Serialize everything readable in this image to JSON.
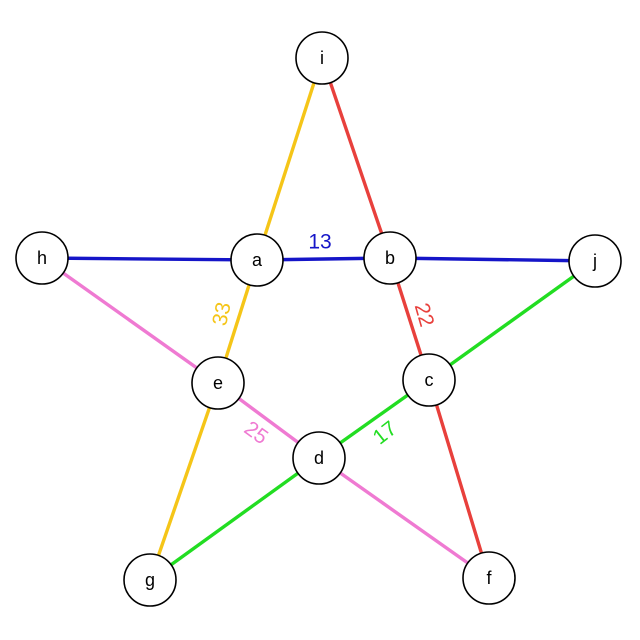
{
  "colors": {
    "yellow": "#f5c518",
    "red": "#e8403c",
    "blue": "#1515c8",
    "green": "#22dd22",
    "pink": "#ef7ad2",
    "node_fill": "#ffffff",
    "node_stroke": "#000000"
  },
  "nodes": [
    {
      "id": "i",
      "label": "i"
    },
    {
      "id": "h",
      "label": "h"
    },
    {
      "id": "a",
      "label": "a"
    },
    {
      "id": "b",
      "label": "b"
    },
    {
      "id": "j",
      "label": "j"
    },
    {
      "id": "e",
      "label": "e"
    },
    {
      "id": "c",
      "label": "c"
    },
    {
      "id": "d",
      "label": "d"
    },
    {
      "id": "g",
      "label": "g"
    },
    {
      "id": "f",
      "label": "f"
    }
  ],
  "edges": [
    {
      "id": "i-a",
      "from": "i",
      "to": "a",
      "color": "yellow"
    },
    {
      "id": "a-e",
      "from": "a",
      "to": "e",
      "color": "yellow",
      "weight": "33"
    },
    {
      "id": "e-g",
      "from": "e",
      "to": "g",
      "color": "yellow"
    },
    {
      "id": "i-b",
      "from": "i",
      "to": "b",
      "color": "red"
    },
    {
      "id": "b-c",
      "from": "b",
      "to": "c",
      "color": "red",
      "weight": "22"
    },
    {
      "id": "c-f",
      "from": "c",
      "to": "f",
      "color": "red"
    },
    {
      "id": "h-a",
      "from": "h",
      "to": "a",
      "color": "blue"
    },
    {
      "id": "a-b",
      "from": "a",
      "to": "b",
      "color": "blue",
      "weight": "13"
    },
    {
      "id": "b-j",
      "from": "b",
      "to": "j",
      "color": "blue"
    },
    {
      "id": "j-c",
      "from": "j",
      "to": "c",
      "color": "green"
    },
    {
      "id": "c-d",
      "from": "c",
      "to": "d",
      "color": "green",
      "weight": "17"
    },
    {
      "id": "d-g",
      "from": "d",
      "to": "g",
      "color": "green"
    },
    {
      "id": "h-e",
      "from": "h",
      "to": "e",
      "color": "pink"
    },
    {
      "id": "e-d",
      "from": "e",
      "to": "d",
      "color": "pink",
      "weight": "25"
    },
    {
      "id": "d-f",
      "from": "d",
      "to": "f",
      "color": "pink"
    }
  ]
}
